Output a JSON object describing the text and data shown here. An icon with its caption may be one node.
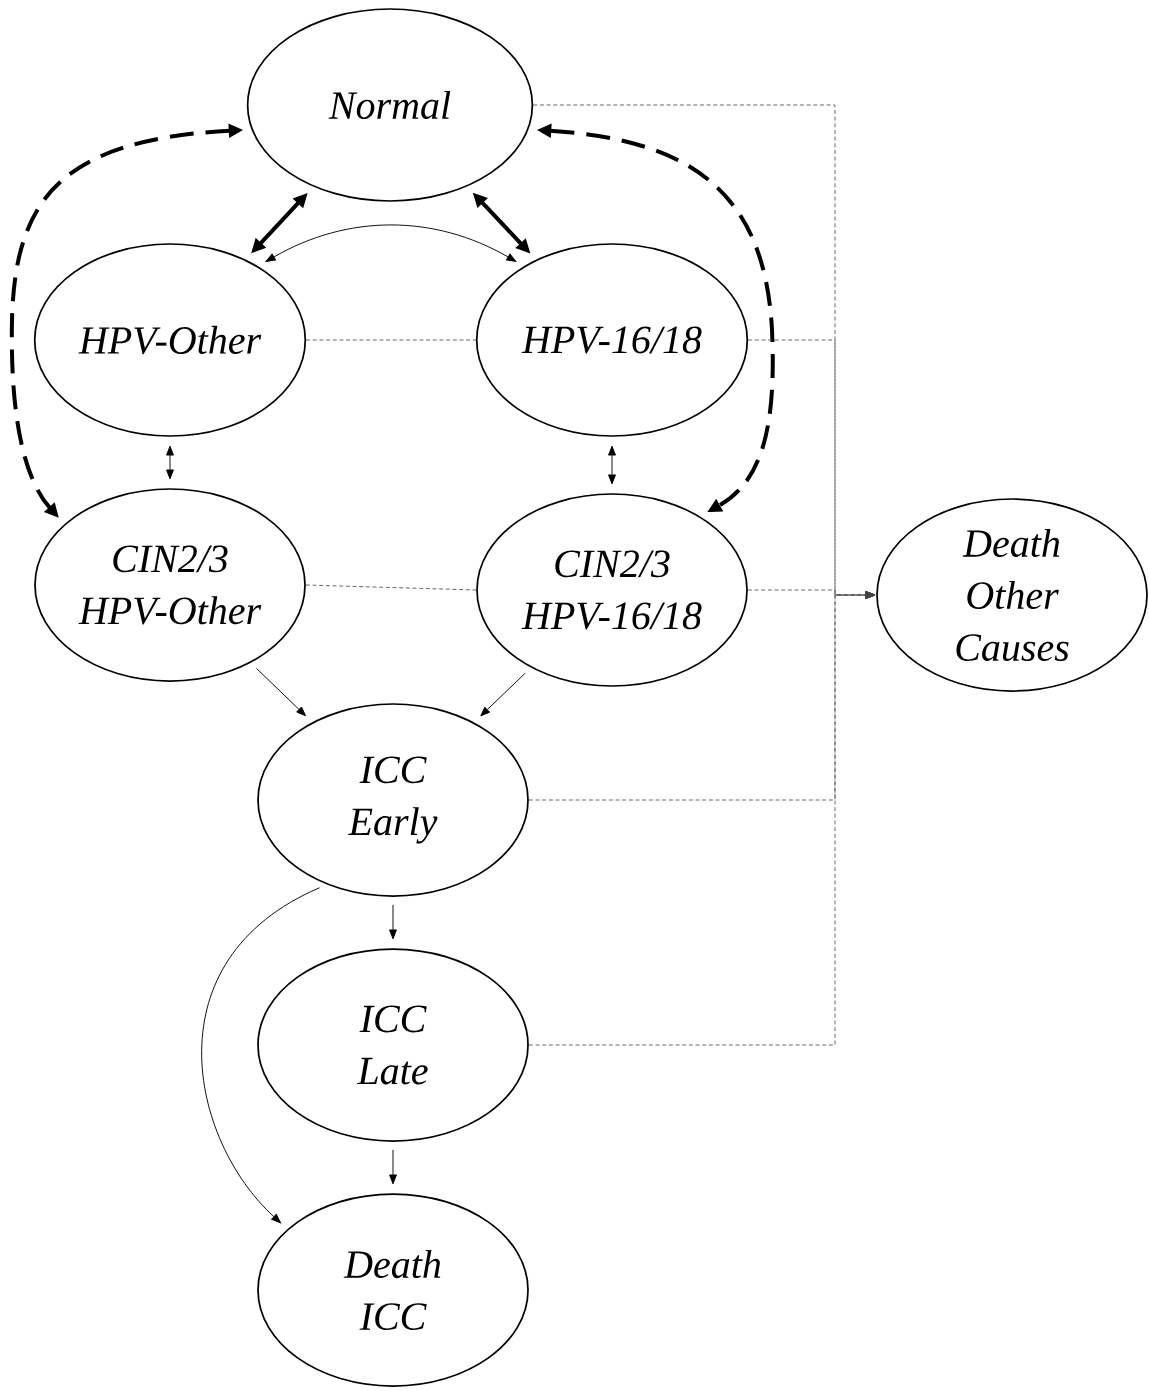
{
  "diagram": {
    "nodes": [
      {
        "text": [
          "Normal"
        ]
      },
      {
        "text": [
          "HPV-Other"
        ]
      },
      {
        "text": [
          "HPV-16/18"
        ]
      },
      {
        "text": [
          "CIN2/3 HPV-Other"
        ]
      },
      {
        "text": [
          "CIN2/3 HPV-16/18"
        ]
      },
      {
        "text": [
          "Death Other Causes"
        ]
      },
      {
        "text": [
          "ICC Early"
        ]
      },
      {
        "text": [
          "ICC Late"
        ]
      },
      {
        "text": [
          "Death ICC"
        ]
      }
    ],
    "edges": [
      {
        "from": 0,
        "to": 1,
        "arrow": "both",
        "style": "thick"
      },
      {
        "from": 0,
        "to": 2,
        "arrow": "both",
        "style": "thick"
      },
      {
        "from": 0,
        "to": 3,
        "arrow": "both",
        "style": "dashed"
      },
      {
        "from": 0,
        "to": 4,
        "arrow": "both",
        "style": "dashed"
      },
      {
        "from": 1,
        "to": 2,
        "arrow": "both"
      },
      {
        "from": 1,
        "to": 3,
        "arrow": "both"
      },
      {
        "from": 2,
        "to": 4,
        "arrow": "both"
      },
      {
        "from": 3,
        "to": 6,
        "arrow": "to"
      },
      {
        "from": 4,
        "to": 6,
        "arrow": "to"
      },
      {
        "from": 6,
        "to": 7,
        "arrow": "to"
      },
      {
        "from": 7,
        "to": 8,
        "arrow": "to"
      },
      {
        "from": 6,
        "to": 8,
        "arrow": "to"
      },
      {
        "from": 0,
        "to": 5,
        "arrow": "to",
        "style": "dashed",
        "color": "#444444"
      },
      {
        "from": 1,
        "to": 2,
        "arrow": "none",
        "style": "dashed",
        "color": "#444444"
      },
      {
        "from": 2,
        "to": 5,
        "arrow": "to",
        "style": "dashed",
        "color": "#444444"
      },
      {
        "from": 3,
        "to": 4,
        "arrow": "none",
        "style": "dashed",
        "color": "#444444"
      },
      {
        "from": 4,
        "to": 5,
        "arrow": "to",
        "style": "dashed",
        "color": "#444444"
      },
      {
        "from": 6,
        "to": 5,
        "arrow": "to",
        "style": "dashed",
        "color": "#444444"
      },
      {
        "from": 7,
        "to": 5,
        "arrow": "to",
        "style": "dashed",
        "color": "#444444"
      }
    ]
  }
}
